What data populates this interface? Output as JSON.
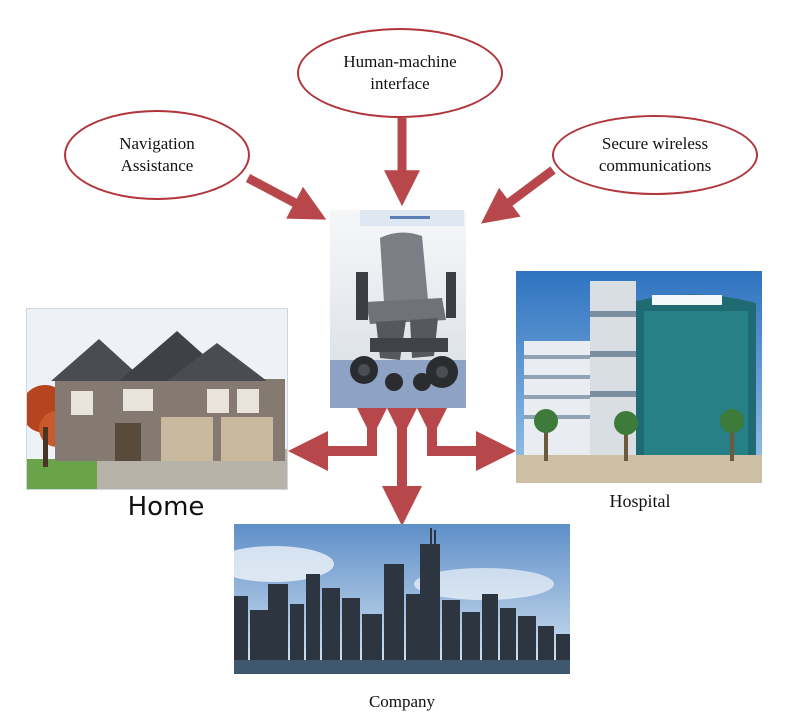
{
  "nodes": {
    "hmi": {
      "line1": "Human-machine",
      "line2": "interface"
    },
    "nav": {
      "line1": "Navigation",
      "line2": "Assistance"
    },
    "secure": {
      "line1": "Secure wireless",
      "line2": "communications"
    }
  },
  "captions": {
    "home": "Home",
    "hospital": "Hospital",
    "company": "Company"
  },
  "colors": {
    "arrow": "#b8474b",
    "ellipse_border": "#b1353a"
  },
  "icons": [
    "wheelchair-photo",
    "house-photo",
    "hospital-photo",
    "city-skyline-photo"
  ]
}
